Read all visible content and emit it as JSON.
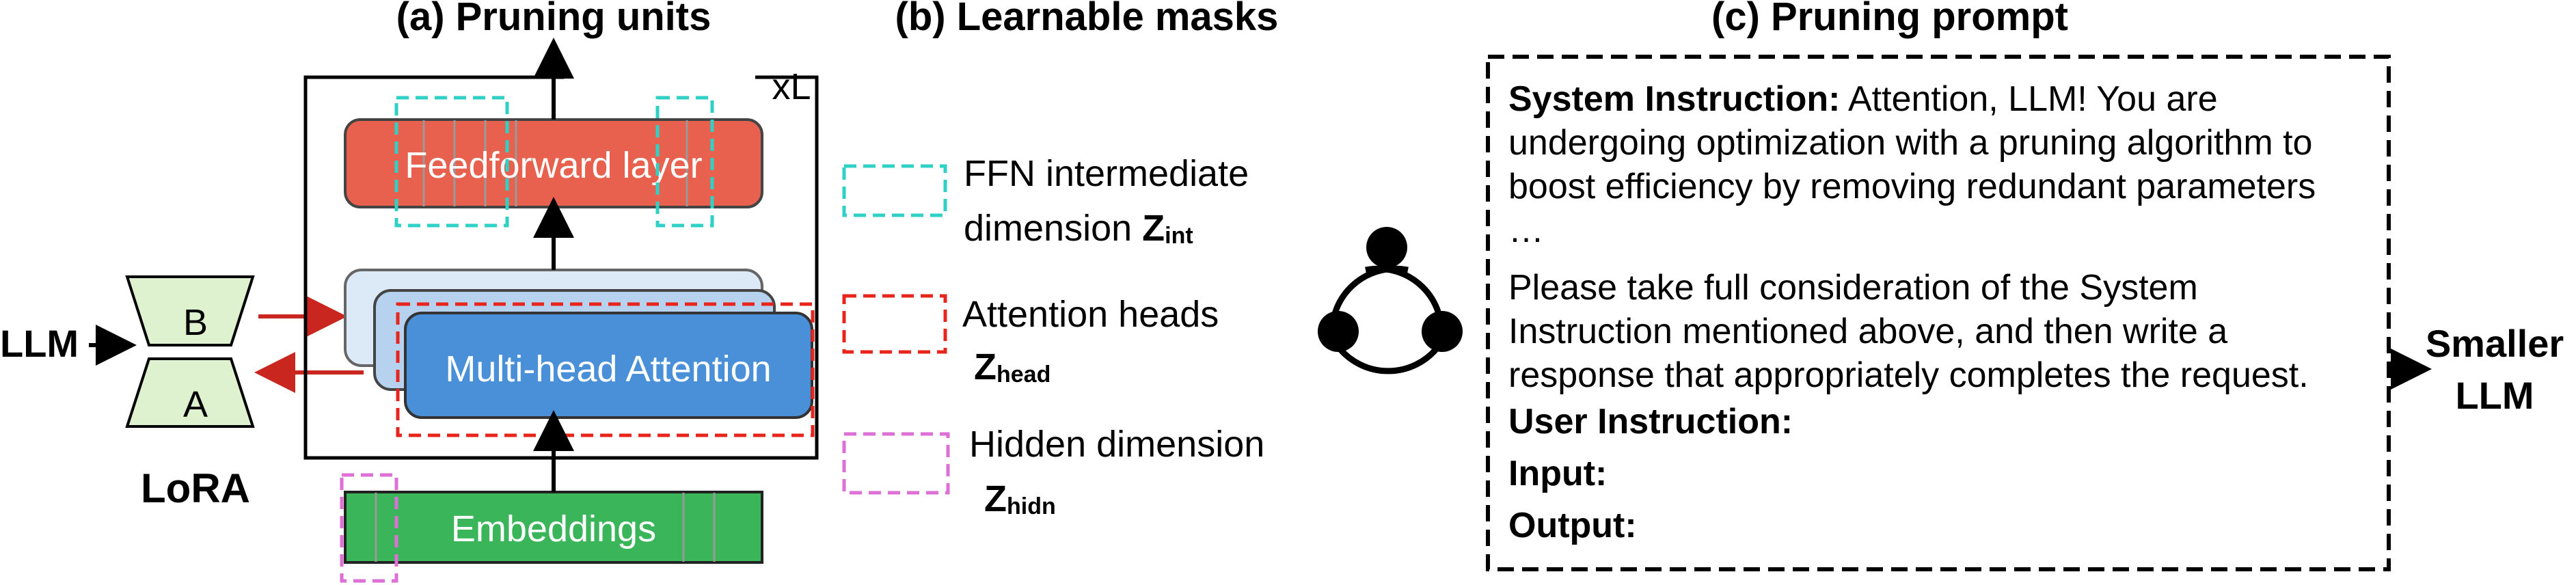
{
  "section_titles": {
    "a": "(a) Pruning units",
    "b": "(b) Learnable masks",
    "c": "(c) Pruning prompt"
  },
  "model": {
    "input_label": "LLM",
    "repeat_label": "xL",
    "ffn_label": "Feedforward layer",
    "attention_label": "Multi-head Attention",
    "embeddings_label": "Embeddings"
  },
  "lora": {
    "title": "LoRA",
    "b_label": "B",
    "a_label": "A"
  },
  "legend": {
    "ffn": {
      "line1": "FFN intermediate",
      "line2": "dimension",
      "symbol": "Z",
      "subscript": "int"
    },
    "heads": {
      "line1": "Attention heads",
      "symbol": "Z",
      "subscript": "head"
    },
    "hidden": {
      "line1": "Hidden dimension",
      "symbol": "Z",
      "subscript": "hidn"
    }
  },
  "prompt": {
    "system_label": "System Instruction:",
    "line1_rest": " Attention, LLM! You are",
    "line2": "undergoing optimization with a pruning algorithm to",
    "line3": "boost efficiency by removing redundant parameters",
    "ellipsis": "…",
    "line5": "Please take full consideration of the System",
    "line6": "Instruction mentioned above, and then write a",
    "line7": "response that appropriately completes the request.",
    "user_label": "User Instruction:",
    "input_label": "Input:",
    "output_label": "Output:"
  },
  "output": {
    "line1": "Smaller",
    "line2": "LLM"
  },
  "colors": {
    "ffn_fill": "#e8614f",
    "attention_fill": "#4a90d9",
    "attention_back": "#dce9f7",
    "attention_mid": "#b7d2ee",
    "embeddings_fill": "#3bb55a",
    "lora_fill": "#dff2d0",
    "ffn_mask": "#2fd1c6",
    "head_mask": "#e8251c",
    "hidden_mask": "#dd6fd6",
    "arrow_red": "#c9261f"
  }
}
